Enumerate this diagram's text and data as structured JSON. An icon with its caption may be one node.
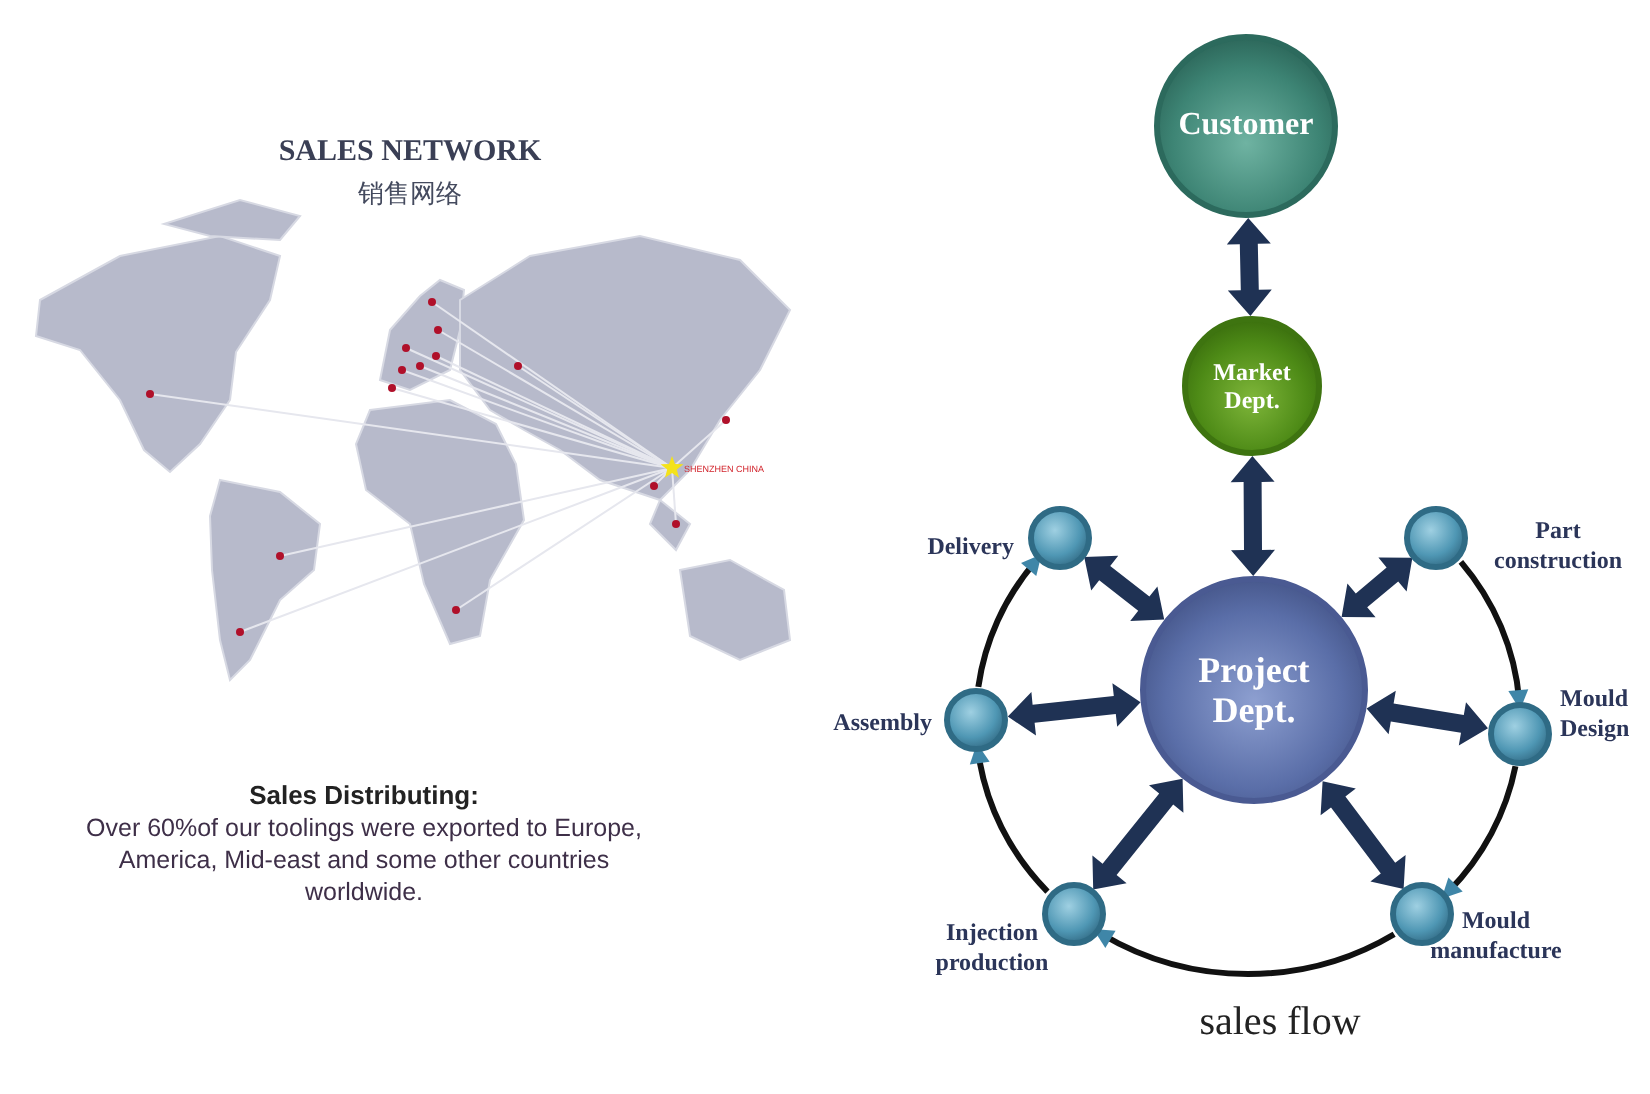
{
  "diagram": {
    "nodes": [
      {
        "text": [
          "Customer"
        ]
      },
      {
        "text": [
          "Market Dept."
        ]
      },
      {
        "text": [
          "Project Dept."
        ]
      },
      {
        "text": [],
        "shape": "circle",
        "beside": [
          "Delivery"
        ]
      },
      {
        "text": [],
        "shape": "circle",
        "beside": [
          "Part construction"
        ]
      },
      {
        "text": [],
        "shape": "circle",
        "beside": [
          "Mould Design"
        ]
      },
      {
        "text": [],
        "shape": "circle",
        "beside": [
          "Mould manufacture"
        ]
      },
      {
        "text": [],
        "shape": "circle",
        "beside": [
          "Injection production"
        ]
      },
      {
        "text": [],
        "shape": "circle",
        "beside": [
          "Assembly"
        ]
      }
    ],
    "edges": [
      {
        "from": 0,
        "to": 1,
        "arrow": "both"
      },
      {
        "from": 1,
        "to": 2,
        "arrow": "both"
      },
      {
        "from": 2,
        "to": 3,
        "arrow": "both"
      },
      {
        "from": 2,
        "to": 4,
        "arrow": "both"
      },
      {
        "from": 2,
        "to": 5,
        "arrow": "both"
      },
      {
        "from": 2,
        "to": 6,
        "arrow": "both"
      },
      {
        "from": 2,
        "to": 7,
        "arrow": "both"
      },
      {
        "from": 2,
        "to": 8,
        "arrow": "both"
      },
      {
        "from": 4,
        "to": 5,
        "arrow": "to"
      },
      {
        "from": 5,
        "to": 6,
        "arrow": "to"
      },
      {
        "from": 6,
        "to": 7,
        "arrow": "to"
      },
      {
        "from": 7,
        "to": 8,
        "arrow": "to"
      },
      {
        "from": 8,
        "to": 3,
        "arrow": "to"
      }
    ],
    "labels": [
      "SALES NETWORK",
      "销售网络",
      "SHENZHEN CHINA",
      "Sales Distributing:",
      "Over 60%of our toolings were exported to Europe, America, Mid-east and some other countries worldwide.",
      "sales flow"
    ]
  }
}
